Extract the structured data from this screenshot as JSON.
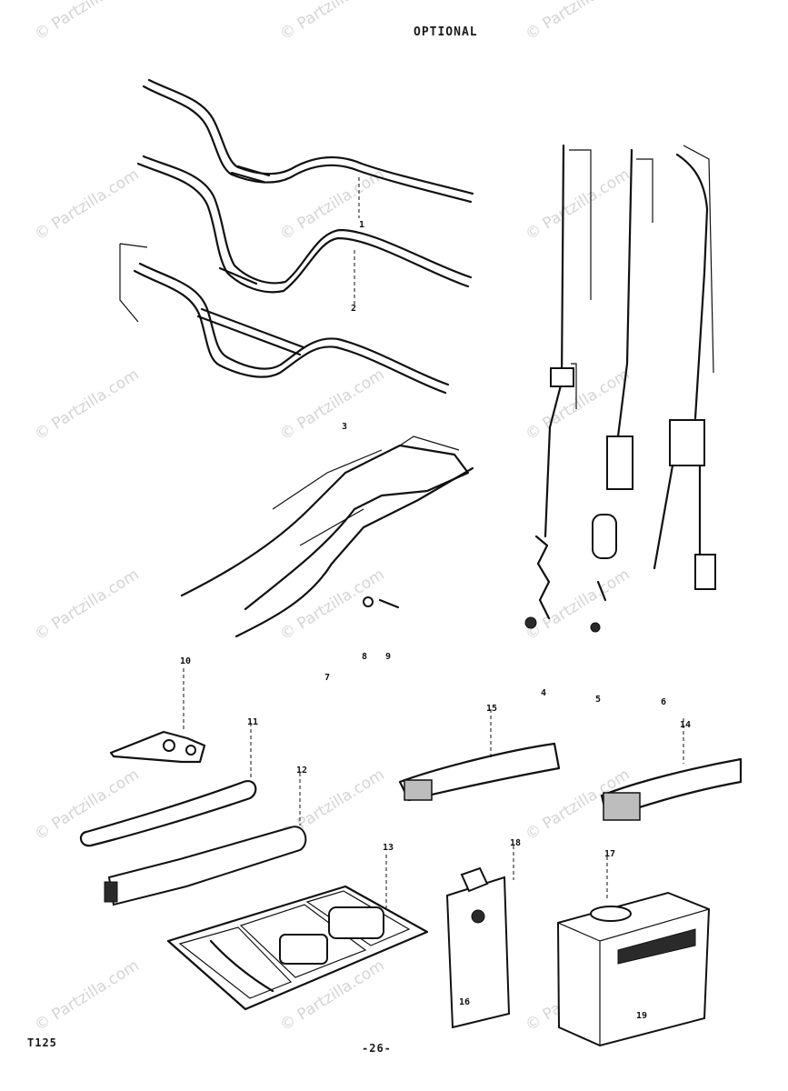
{
  "header": {
    "title": "OPTIONAL",
    "model": "T125",
    "page_number": "-26-"
  },
  "watermark": {
    "text": "© Partzilla.com"
  },
  "callouts": [
    "1",
    "2",
    "3",
    "4",
    "5",
    "6",
    "7",
    "8",
    "9",
    "10",
    "11",
    "12",
    "13",
    "14",
    "15",
    "16",
    "17",
    "18",
    "19"
  ]
}
